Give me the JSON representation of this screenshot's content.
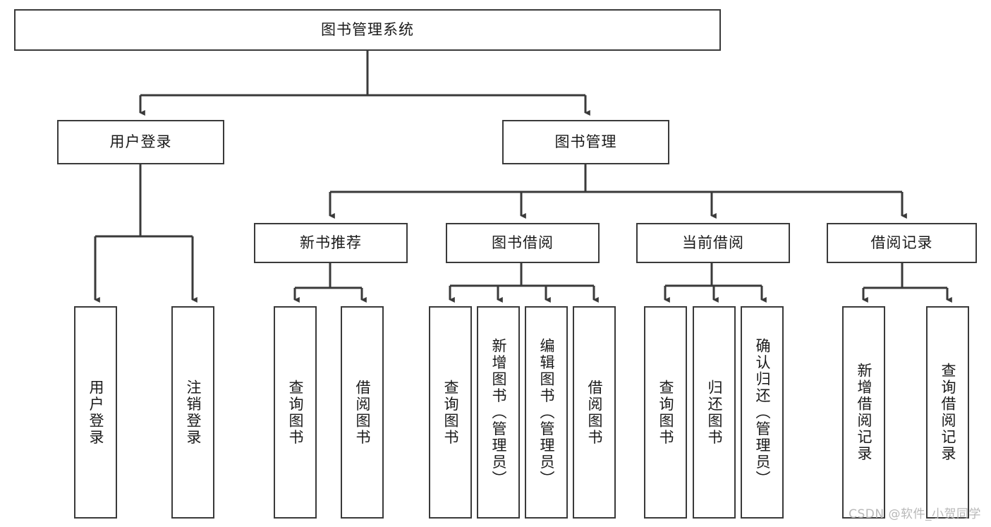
{
  "diagram": {
    "title": "图书管理系统",
    "type": "tree-hierarchy",
    "root": {
      "id": "root",
      "label": "图书管理系统"
    },
    "level1": [
      {
        "id": "user-login",
        "label": "用户登录"
      },
      {
        "id": "book-management",
        "label": "图书管理"
      }
    ],
    "level2": [
      {
        "id": "new-book-recommend",
        "label": "新书推荐",
        "parent": "book-management"
      },
      {
        "id": "book-borrow",
        "label": "图书借阅",
        "parent": "book-management"
      },
      {
        "id": "current-borrow",
        "label": "当前借阅",
        "parent": "book-management"
      },
      {
        "id": "borrow-record",
        "label": "借阅记录",
        "parent": "book-management"
      }
    ],
    "leaves": {
      "user_login": [
        {
          "id": "leaf-user-login",
          "label": "用户登录"
        },
        {
          "id": "leaf-user-logout",
          "label": "注销登录"
        }
      ],
      "new_book_recommend": [
        {
          "id": "leaf-query-book-1",
          "label": "查询图书"
        },
        {
          "id": "leaf-borrow-book-1",
          "label": "借阅图书"
        }
      ],
      "book_borrow": [
        {
          "id": "leaf-query-book-2",
          "label": "查询图书"
        },
        {
          "id": "leaf-add-book",
          "label": "新增图书（管理员）"
        },
        {
          "id": "leaf-edit-book",
          "label": "编辑图书（管理员）"
        },
        {
          "id": "leaf-borrow-book-2",
          "label": "借阅图书"
        }
      ],
      "current_borrow": [
        {
          "id": "leaf-query-book-3",
          "label": "查询图书"
        },
        {
          "id": "leaf-return-book",
          "label": "归还图书"
        },
        {
          "id": "leaf-confirm-return",
          "label": "确认归还（管理员）"
        }
      ],
      "borrow_record": [
        {
          "id": "leaf-add-record",
          "label": "新增借阅记录"
        },
        {
          "id": "leaf-query-record",
          "label": "查询借阅记录"
        }
      ]
    }
  },
  "watermark": {
    "text": "CSDN @软件_小贺同学"
  },
  "colors": {
    "stroke": "#3a3a3a",
    "background": "#ffffff",
    "text": "#1a1a1a",
    "watermark": "#b8b8b8"
  }
}
